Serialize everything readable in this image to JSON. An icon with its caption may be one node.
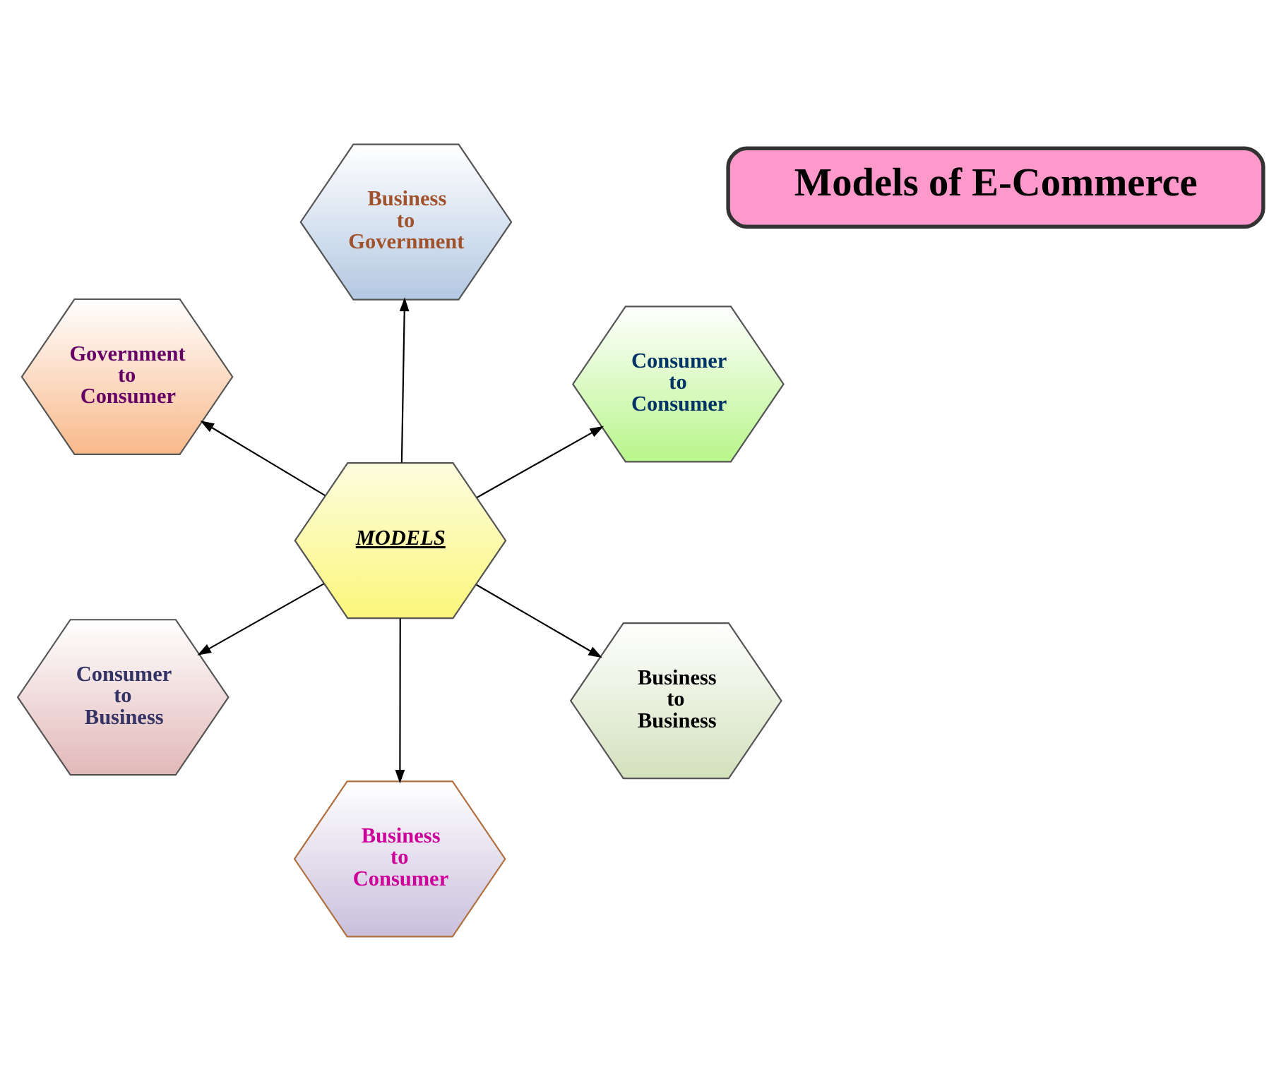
{
  "diagram": {
    "nodes": [
      {
        "text": [
          "MODELS"
        ]
      },
      {
        "text": [
          "Business to Business"
        ]
      },
      {
        "text": [
          "Business to Consumer"
        ]
      },
      {
        "text": [
          "Government to Consumer"
        ]
      },
      {
        "text": [
          "Consumer to Consumer"
        ]
      },
      {
        "text": [
          "Business to Government"
        ]
      },
      {
        "text": [
          "Consumer to Business"
        ]
      },
      {
        "text": [
          "Models of E-Commerce"
        ]
      }
    ],
    "edges": [
      {
        "from": 0,
        "to": 1,
        "arrow": "to"
      },
      {
        "from": 0,
        "to": 2,
        "arrow": "to"
      },
      {
        "from": 0,
        "to": 3,
        "arrow": "to"
      },
      {
        "from": 0,
        "to": 4,
        "arrow": "to"
      },
      {
        "from": 0,
        "to": 5,
        "arrow": "to"
      },
      {
        "from": 0,
        "to": 6,
        "arrow": "to"
      }
    ]
  }
}
